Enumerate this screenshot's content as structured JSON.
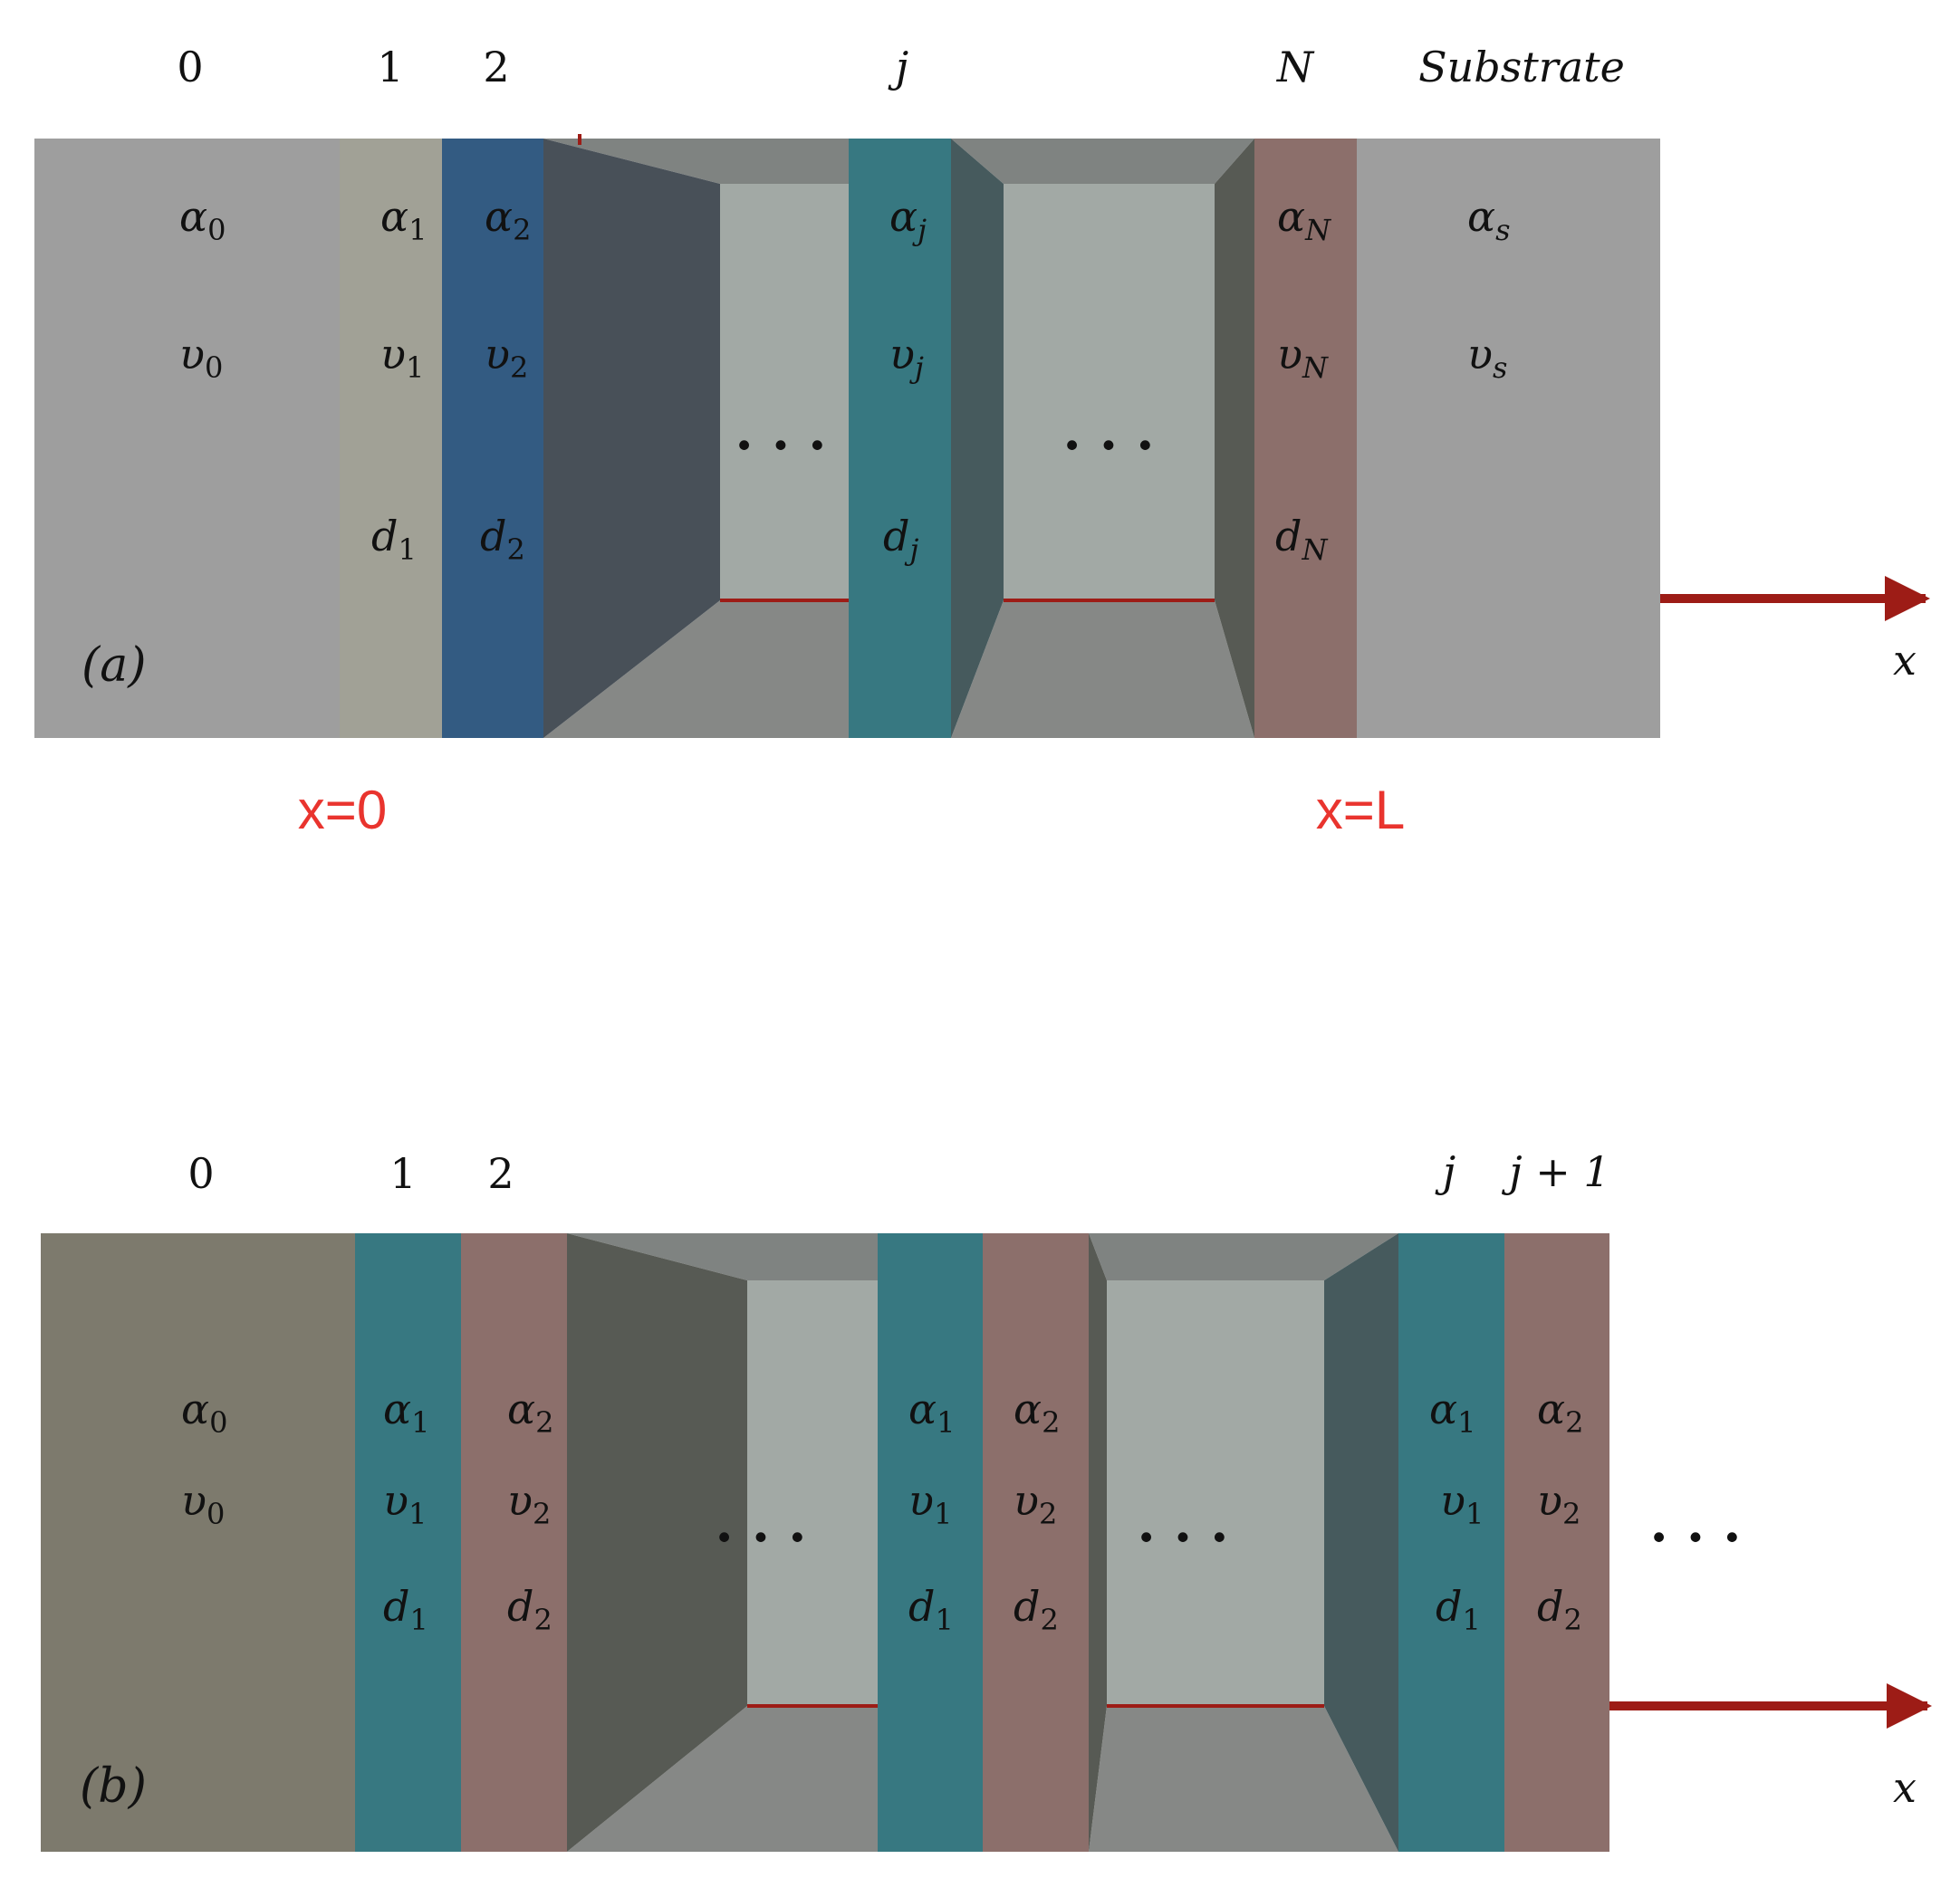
{
  "colors": {
    "substrate_gray": "#9e9e9e",
    "layer_khaki": "#a1a196",
    "layer_blue": "#335b82",
    "layer_teal": "#377881",
    "layer_mauve": "#8c6f6b",
    "corridor_back": "#a2a9a5",
    "corridor_ceiling": "#7f8381",
    "corridor_floor": "#868886",
    "wall_dark_blue": "#485058",
    "wall_dark_olive": "#575a54",
    "wall_dark_teal": "#465a5d",
    "arrow_red": "#9d1c16",
    "label_red": "#e9342e",
    "panel_b_left": "#7d7a6d"
  },
  "panel_a": {
    "label": "(a)",
    "axis_label": "x",
    "x0_label": "x=0",
    "xL_label": "x=L",
    "dots": "· · ·",
    "headers": [
      "0",
      "1",
      "2",
      "j",
      "N",
      "Substrate"
    ],
    "columns": [
      {
        "alpha": "α",
        "alpha_sub": "0",
        "v": "υ",
        "v_sub": "0"
      },
      {
        "alpha": "α",
        "alpha_sub": "1",
        "v": "υ",
        "v_sub": "1",
        "d": "d",
        "d_sub": "1"
      },
      {
        "alpha": "α",
        "alpha_sub": "2",
        "v": "υ",
        "v_sub": "2",
        "d": "d",
        "d_sub": "2"
      },
      {
        "alpha": "α",
        "alpha_sub": "j",
        "v": "υ",
        "v_sub": "j",
        "d": "d",
        "d_sub": "j"
      },
      {
        "alpha": "α",
        "alpha_sub": "N",
        "v": "υ",
        "v_sub": "N",
        "d": "d",
        "d_sub": "N"
      },
      {
        "alpha": "α",
        "alpha_sub": "s",
        "v": "υ",
        "v_sub": "s"
      }
    ]
  },
  "panel_b": {
    "label": "(b)",
    "axis_label": "x",
    "dots": "· · ·",
    "headers": [
      "0",
      "1",
      "2",
      "j",
      "j + 1"
    ],
    "columns": [
      {
        "alpha": "α",
        "alpha_sub": "0",
        "v": "υ",
        "v_sub": "0"
      },
      {
        "alpha": "α",
        "alpha_sub": "1",
        "v": "υ",
        "v_sub": "1",
        "d": "d",
        "d_sub": "1"
      },
      {
        "alpha": "α",
        "alpha_sub": "2",
        "v": "υ",
        "v_sub": "2",
        "d": "d",
        "d_sub": "2"
      },
      {
        "alpha": "α",
        "alpha_sub": "1",
        "v": "υ",
        "v_sub": "1",
        "d": "d",
        "d_sub": "1"
      },
      {
        "alpha": "α",
        "alpha_sub": "2",
        "v": "υ",
        "v_sub": "2",
        "d": "d",
        "d_sub": "2"
      },
      {
        "alpha": "α",
        "alpha_sub": "1",
        "v": "υ",
        "v_sub": "1",
        "d": "d",
        "d_sub": "1"
      },
      {
        "alpha": "α",
        "alpha_sub": "2",
        "v": "υ",
        "v_sub": "2",
        "d": "d",
        "d_sub": "2"
      }
    ]
  }
}
